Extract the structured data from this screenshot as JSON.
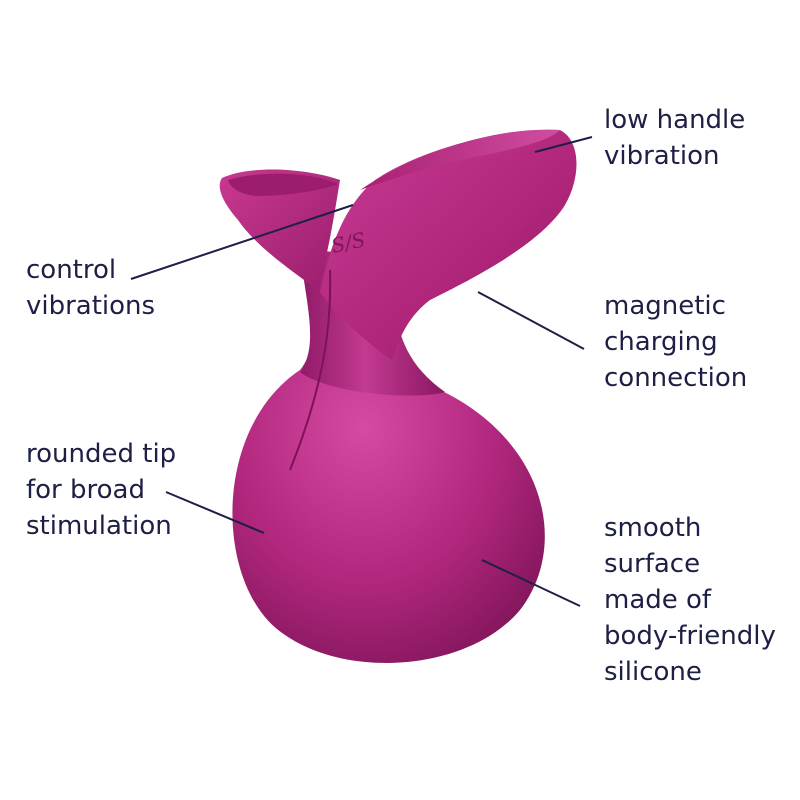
{
  "colors": {
    "product": "#b0267e",
    "product_light": "#d2479f",
    "product_dark": "#7e1458",
    "text": "#1d1f45",
    "leader": "#1d1f45",
    "background": "#ffffff"
  },
  "logo": {
    "text": "S/S"
  },
  "callouts": {
    "low_handle": {
      "lines": [
        "low handle",
        "vibration"
      ]
    },
    "control": {
      "lines": [
        "control",
        "vibrations"
      ]
    },
    "magnetic": {
      "lines": [
        "magnetic",
        "charging",
        "connection"
      ]
    },
    "rounded": {
      "lines": [
        "rounded tip",
        "for broad",
        "stimulation"
      ]
    },
    "smooth": {
      "lines": [
        "smooth",
        "surface",
        "made of",
        "body-friendly",
        "silicone"
      ]
    }
  }
}
